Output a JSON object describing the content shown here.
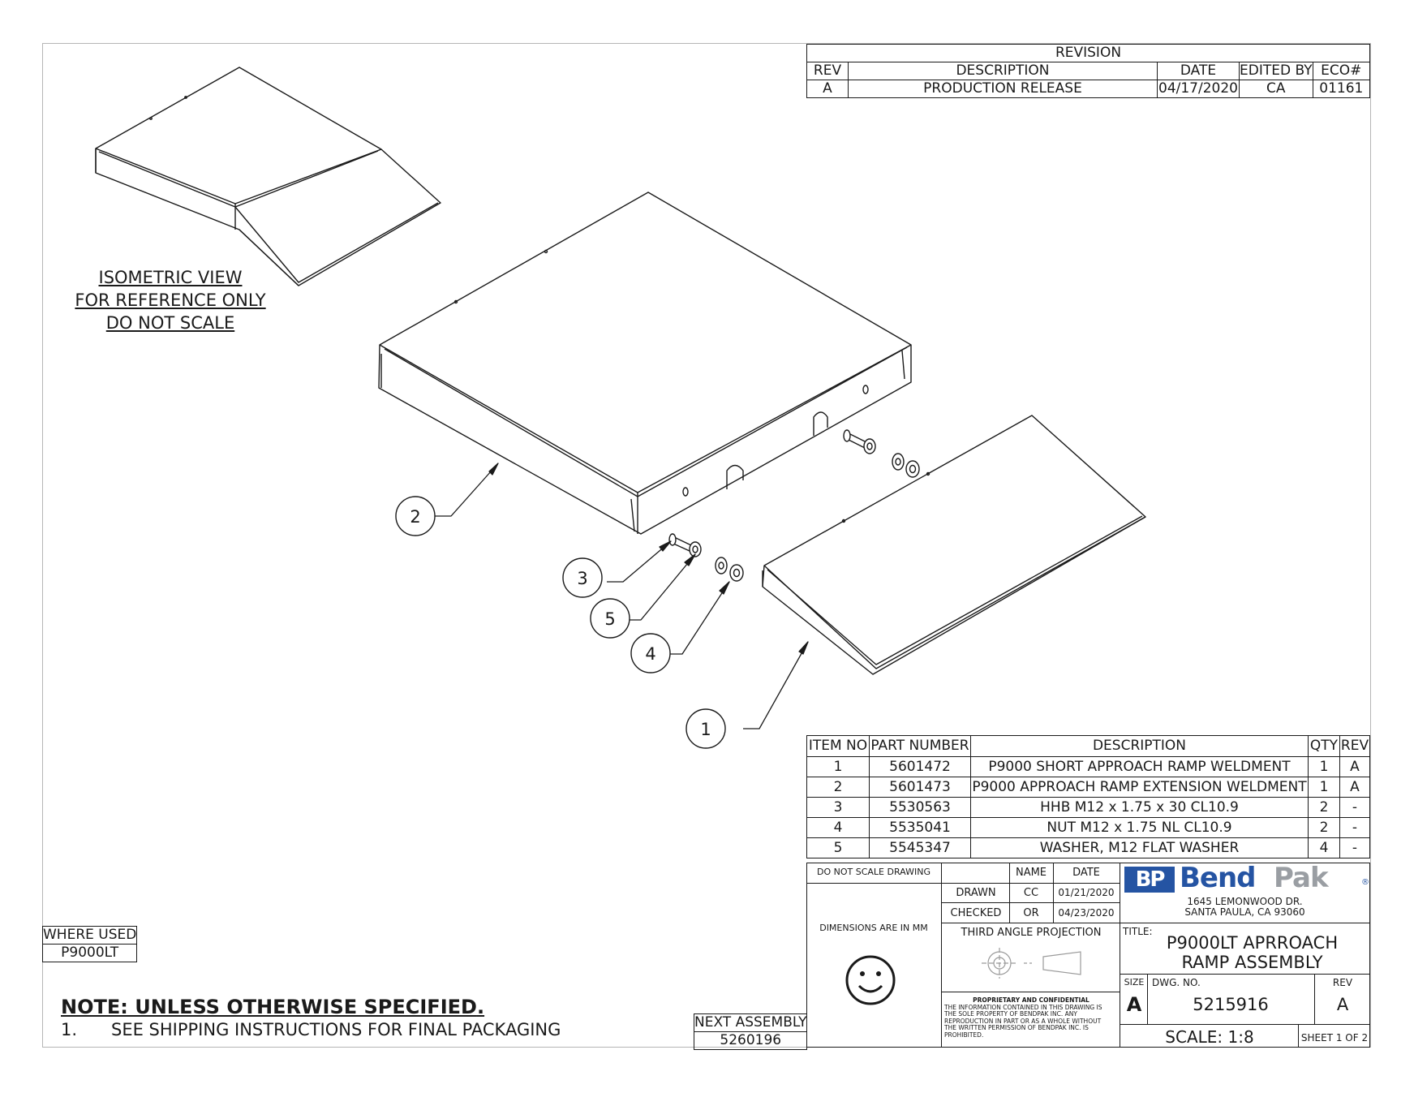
{
  "revision_table": {
    "title": "REVISION",
    "headers": [
      "REV",
      "DESCRIPTION",
      "DATE",
      "EDITED BY",
      "ECO#"
    ],
    "rows": [
      [
        "A",
        "PRODUCTION RELEASE",
        "04/17/2020",
        "CA",
        "01161"
      ]
    ]
  },
  "iso_note": [
    "ISOMETRIC VIEW",
    "FOR REFERENCE ONLY",
    "DO NOT SCALE"
  ],
  "balloons": [
    "1",
    "2",
    "3",
    "4",
    "5"
  ],
  "bom": {
    "headers": [
      "ITEM NO",
      "PART NUMBER",
      "DESCRIPTION",
      "QTY",
      "REV"
    ],
    "rows": [
      [
        "1",
        "5601472",
        "P9000 SHORT APPROACH RAMP WELDMENT",
        "1",
        "A"
      ],
      [
        "2",
        "5601473",
        "P9000 APPROACH RAMP EXTENSION WELDMENT",
        "1",
        "A"
      ],
      [
        "3",
        "5530563",
        "HHB M12 x 1.75 x 30 CL10.9",
        "2",
        "-"
      ],
      [
        "4",
        "5535041",
        "NUT M12 x 1.75 NL CL10.9",
        "2",
        "-"
      ],
      [
        "5",
        "5545347",
        "WASHER, M12 FLAT WASHER",
        "4",
        "-"
      ]
    ]
  },
  "where_used": {
    "label": "WHERE USED",
    "value": "P9000LT"
  },
  "next_assembly": {
    "label": "NEXT ASSEMBLY",
    "value": "5260196"
  },
  "note": {
    "title": "NOTE: UNLESS OTHERWISE SPECIFIED",
    "title_suffix": ".",
    "item_number": "1.",
    "item_text": "SEE SHIPPING INSTRUCTIONS FOR FINAL PACKAGING"
  },
  "title_block": {
    "do_not_scale": "DO NOT SCALE DRAWING",
    "dimensions": "DIMENSIONS ARE IN MM",
    "name_header": "NAME",
    "date_header": "DATE",
    "drawn_label": "DRAWN",
    "drawn_name": "CC",
    "drawn_date": "01/21/2020",
    "checked_label": "CHECKED",
    "checked_name": "OR",
    "checked_date": "04/23/2020",
    "projection": "THIRD ANGLE PROJECTION",
    "proprietary_title": "PROPRIETARY AND CONFIDENTIAL",
    "proprietary_lines": [
      "THE INFORMATION CONTAINED IN THIS DRAWING IS",
      "THE SOLE PROPERTY OF BENDPAK INC. ANY",
      "REPRODUCTION IN PART OR AS A WHOLE WITHOUT",
      "THE WRITTEN PERMISSION OF BENDPAK INC. IS",
      "PROHIBITED."
    ],
    "logo_bp": "BP",
    "logo_bend": "Bend",
    "logo_pak": "Pak",
    "logo_reg": "®",
    "address_1": "1645 LEMONWOOD DR.",
    "address_2": "SANTA PAULA, CA 93060",
    "title_label": "TITLE:",
    "title_1": "P9000LT APRROACH",
    "title_2": "RAMP ASSEMBLY",
    "size_label": "SIZE",
    "size_value": "A",
    "dwg_label": "DWG.  NO.",
    "dwg_value": "5215916",
    "rev_label": "REV",
    "rev_value": "A",
    "scale": "SCALE: 1:8",
    "sheet": "SHEET 1 OF 2"
  },
  "colors": {
    "ink": "#1a1a1a",
    "logo_blue": "#2554a3",
    "logo_grey": "#9a9ea3"
  }
}
